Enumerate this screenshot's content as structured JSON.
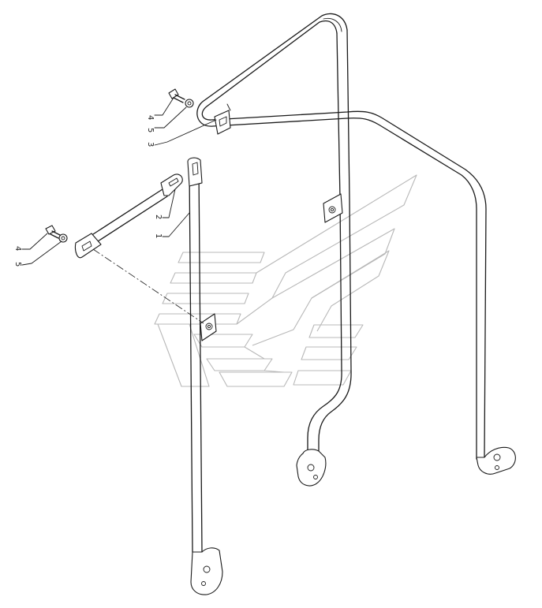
{
  "callouts": [
    {
      "id": "callout-top-1",
      "text": "4"
    },
    {
      "id": "callout-top-2",
      "text": "5"
    },
    {
      "id": "callout-top-3",
      "text": "3"
    },
    {
      "id": "callout-mid-1",
      "text": "2"
    },
    {
      "id": "callout-mid-2",
      "text": "1"
    },
    {
      "id": "callout-left-1",
      "text": "4"
    },
    {
      "id": "callout-left-2",
      "text": "5"
    }
  ],
  "colors": {
    "line": "#1a1a1a",
    "watermark": "#b8b8b8",
    "background": "#ffffff"
  }
}
